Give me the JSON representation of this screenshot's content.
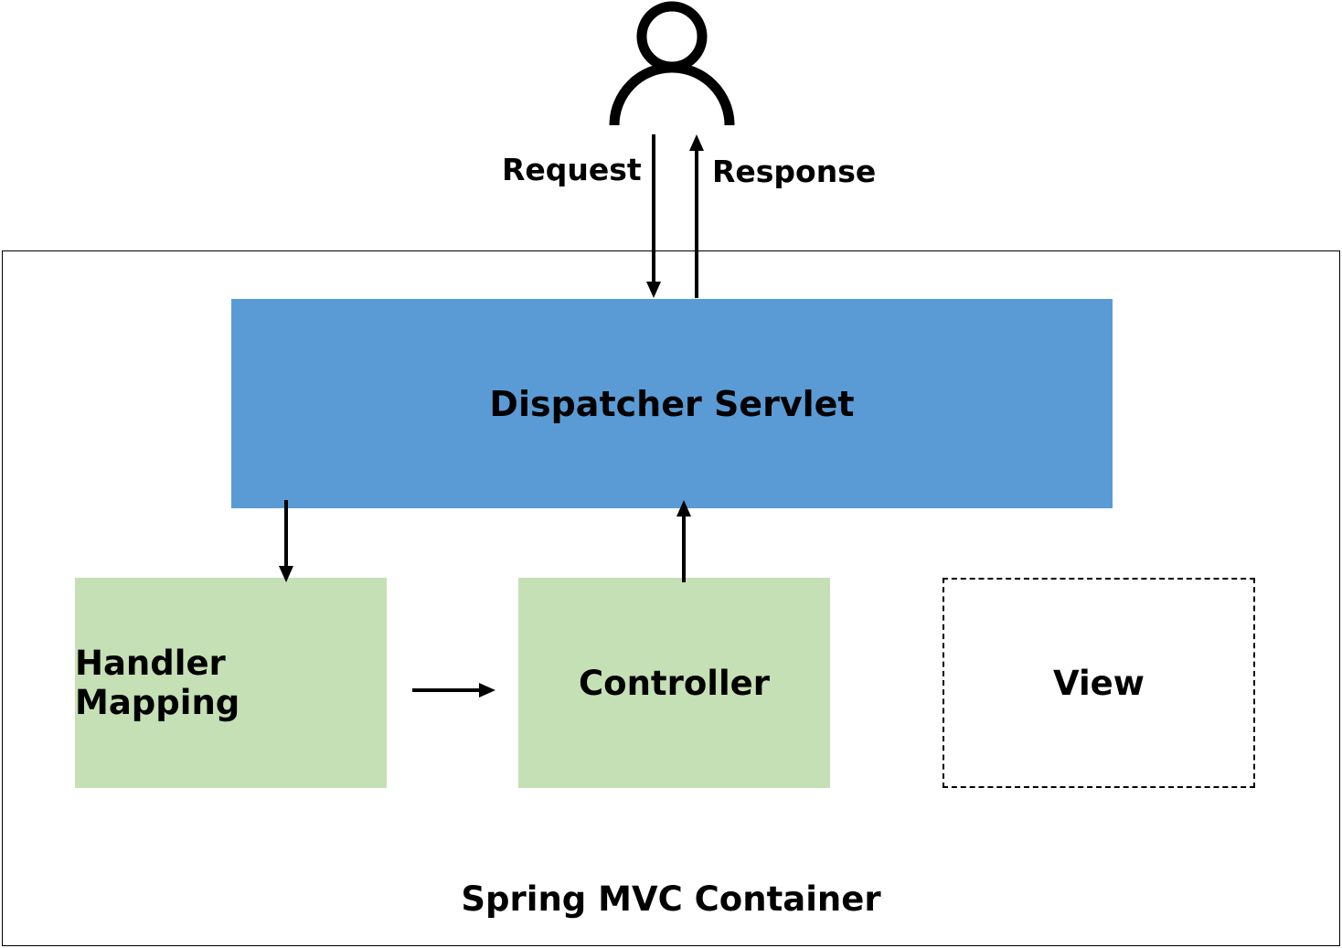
{
  "actor": {
    "icon": "user-icon"
  },
  "labels": {
    "request": "Request",
    "response": "Response",
    "container": "Spring MVC Container"
  },
  "boxes": {
    "dispatcher": {
      "label": "Dispatcher Servlet",
      "color": "#5b9bd5"
    },
    "handler_mapping": {
      "label": "Handler Mapping",
      "color": "#c5e0b4"
    },
    "controller": {
      "label": "Controller",
      "color": "#c5e0b4"
    },
    "view": {
      "label": "View",
      "style": "dashed"
    }
  },
  "colors": {
    "stroke": "#000000",
    "background": "#ffffff"
  }
}
